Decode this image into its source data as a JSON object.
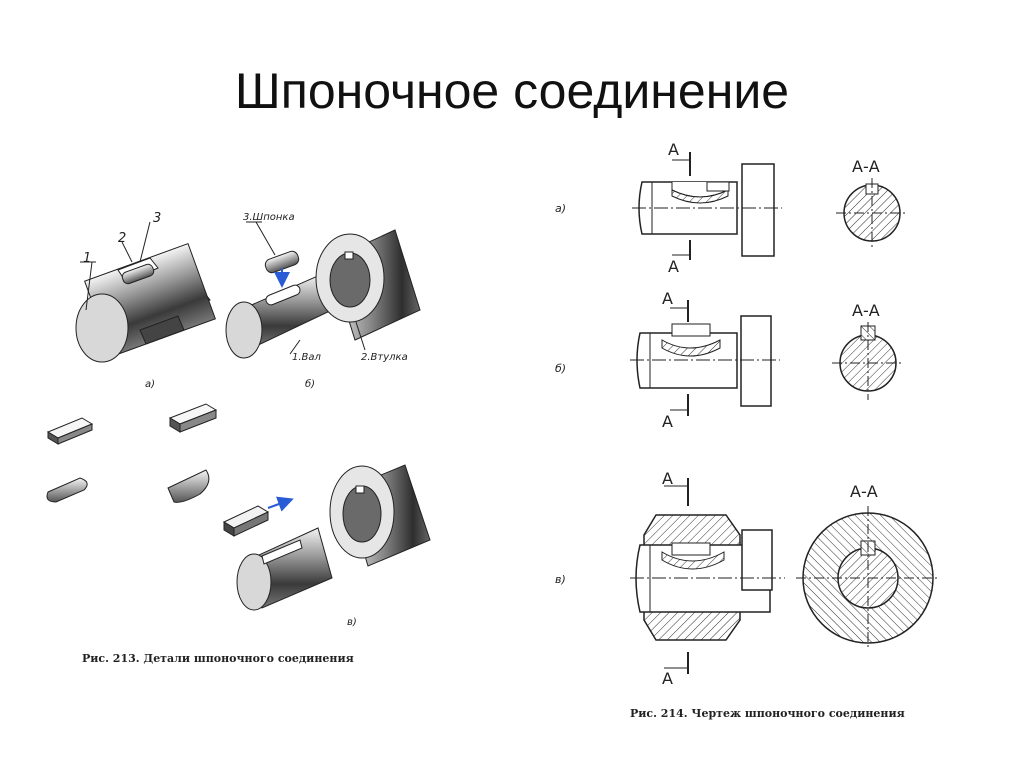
{
  "slide": {
    "title": "Шпоночное соединение"
  },
  "fig213": {
    "part_labels": [
      "1",
      "2",
      "3"
    ],
    "key_label": "3.Шпонка",
    "shaft_label": "1.Вал",
    "sleeve_label": "2.Втулка",
    "sub_a": "а)",
    "sub_b": "б)",
    "sub_v": "в)",
    "caption": "Рис. 213. Детали шпоночного соединения"
  },
  "fig214": {
    "rows": [
      {
        "sub": "а)",
        "section_letter": "A",
        "section_title": "А-А"
      },
      {
        "sub": "б)",
        "section_letter": "A",
        "section_title": "А-А"
      },
      {
        "sub": "в)",
        "section_letter": "A",
        "section_title": "А-А"
      }
    ],
    "caption": "Рис. 214. Чертеж шпоночного соединения"
  }
}
